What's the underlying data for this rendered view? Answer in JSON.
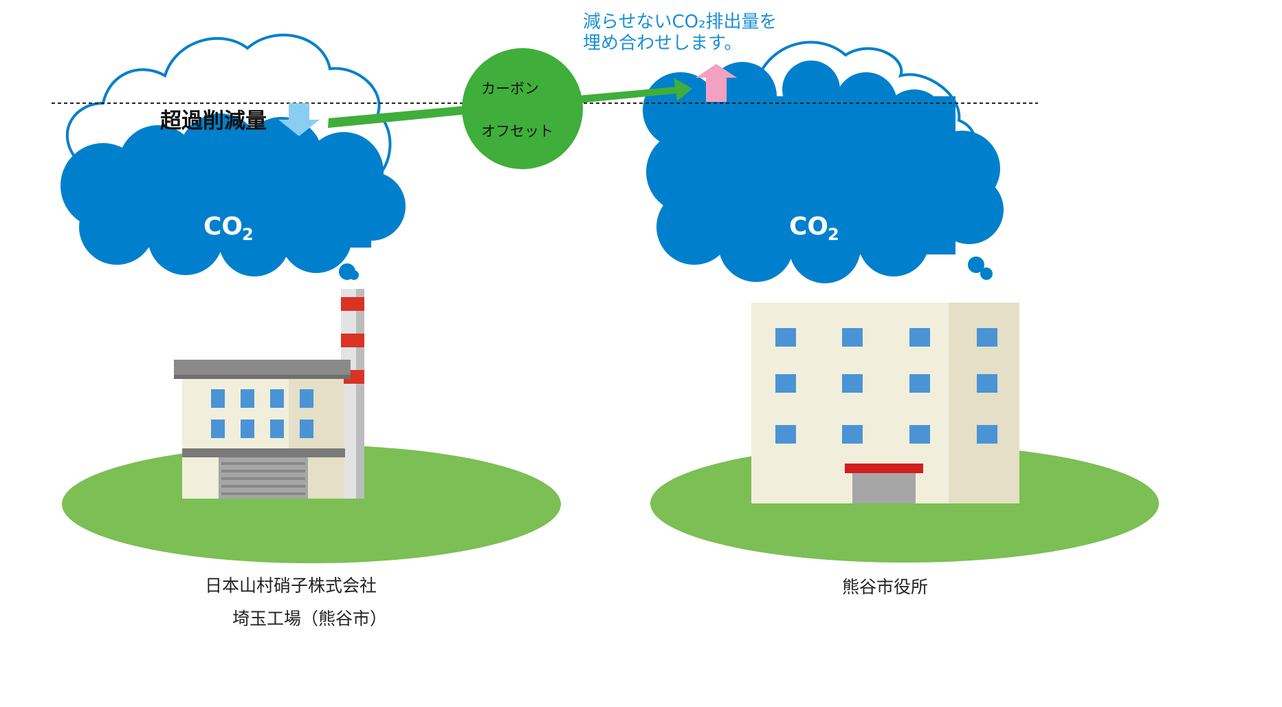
{
  "diagram": {
    "left_cloud": {
      "main": "CO",
      "sub": "2"
    },
    "right_cloud": {
      "main": "CO",
      "sub": "2"
    },
    "excess_reduction_label": "超過削減量",
    "offset_circle": {
      "line1": "カーボン",
      "line2": "オフセット"
    },
    "note": {
      "line1": "減らせないCO₂排出量を",
      "line2": "埋め合わせします。"
    },
    "factory_caption": {
      "line1": "日本山村硝子株式会社",
      "line2": "埼玉工場（熊谷市）"
    },
    "cityhall_caption": "熊谷市役所"
  },
  "colors": {
    "cloud_blue": "#0080cc",
    "grass_green": "#7cbf55",
    "arrow_green": "#3fae3a",
    "down_arrow": "#8acdf3",
    "up_arrow": "#f2a1c0",
    "chimney_red": "#d93323"
  }
}
